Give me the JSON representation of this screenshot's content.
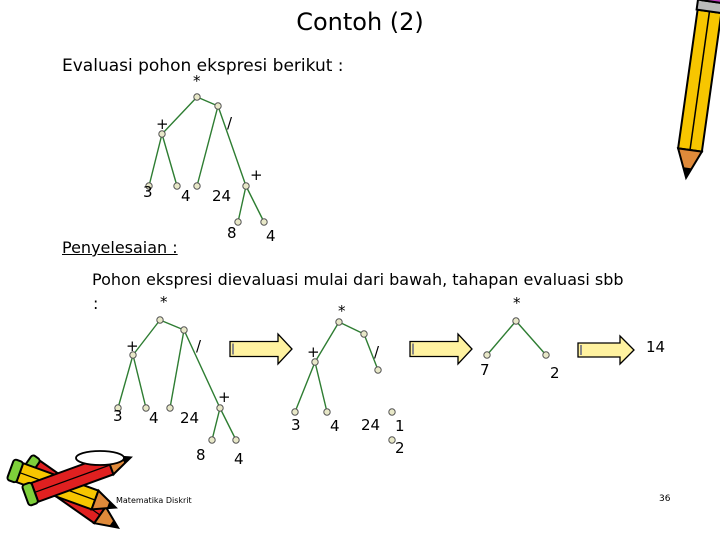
{
  "title": "Contoh (2)",
  "question": "Evaluasi pohon ekspresi berikut :",
  "solution_label": "Penyelesaian :",
  "solution_desc": "Pohon ekspresi dievaluasi mulai dari bawah, tahapan evaluasi sbb",
  "solution_colon": ":",
  "footer_left": "Matematika Diskrit",
  "footer_right": "36",
  "colors": {
    "arrow_fill": "#fff2a0",
    "arrow_stroke": "#000000",
    "node_fill": "#e8e8c8",
    "node_stroke": "#555555",
    "edge": "#2e7d32",
    "pencil_body": "#f7c600",
    "pencil_tip": "#e08a3a",
    "pencil_eraser": "#c040c0",
    "pencil_red": "#e02020"
  },
  "trees": [
    {
      "id": "tree-original",
      "nodes": [
        {
          "id": "n1",
          "label": "*"
        },
        {
          "id": "n2",
          "label": "+"
        },
        {
          "id": "n3",
          "label": "/"
        },
        {
          "id": "n4",
          "label": "3"
        },
        {
          "id": "n5",
          "label": "4"
        },
        {
          "id": "n6",
          "label": "24"
        },
        {
          "id": "n7",
          "label": "+"
        },
        {
          "id": "n8",
          "label": "8"
        },
        {
          "id": "n9",
          "label": "4"
        }
      ],
      "edges": [
        [
          "n1",
          "n2"
        ],
        [
          "n1",
          "n3"
        ],
        [
          "n2",
          "n4"
        ],
        [
          "n2",
          "n5"
        ],
        [
          "n3",
          "n6"
        ],
        [
          "n3",
          "n7"
        ],
        [
          "n7",
          "n8"
        ],
        [
          "n7",
          "n9"
        ]
      ]
    },
    {
      "id": "tree-step-1",
      "nodes": [
        {
          "id": "a1",
          "label": "*"
        },
        {
          "id": "a2",
          "label": "+"
        },
        {
          "id": "a3",
          "label": "/"
        },
        {
          "id": "a4",
          "label": "3"
        },
        {
          "id": "a5",
          "label": "4"
        },
        {
          "id": "a6",
          "label": "24"
        },
        {
          "id": "a7",
          "label": "+"
        },
        {
          "id": "a8",
          "label": "8"
        },
        {
          "id": "a9",
          "label": "4"
        }
      ],
      "edges": [
        [
          "a1",
          "a2"
        ],
        [
          "a1",
          "a3"
        ],
        [
          "a2",
          "a4"
        ],
        [
          "a2",
          "a5"
        ],
        [
          "a3",
          "a6"
        ],
        [
          "a3",
          "a7"
        ],
        [
          "a7",
          "a8"
        ],
        [
          "a7",
          "a9"
        ]
      ]
    },
    {
      "id": "tree-step-2",
      "nodes": [
        {
          "id": "b1",
          "label": "*"
        },
        {
          "id": "b2",
          "label": "+"
        },
        {
          "id": "b3",
          "label": "/"
        },
        {
          "id": "b4",
          "label": "3"
        },
        {
          "id": "b5",
          "label": "4"
        },
        {
          "id": "b6",
          "label": "24"
        },
        {
          "id": "b7",
          "label": "1"
        },
        {
          "id": "b8",
          "label": "2"
        }
      ],
      "edges": [
        [
          "b1",
          "b2"
        ],
        [
          "b1",
          "b3"
        ],
        [
          "b2",
          "b4"
        ],
        [
          "b2",
          "b5"
        ],
        [
          "b3",
          "b6"
        ]
      ]
    },
    {
      "id": "tree-step-3",
      "nodes": [
        {
          "id": "c1",
          "label": "*"
        },
        {
          "id": "c2",
          "label": "7"
        },
        {
          "id": "c3",
          "label": "2"
        }
      ],
      "edges": [
        [
          "c1",
          "c2"
        ],
        [
          "c1",
          "c3"
        ]
      ]
    }
  ],
  "final_result": "14"
}
